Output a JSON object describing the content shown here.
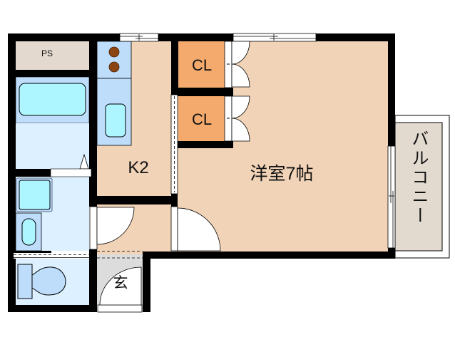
{
  "floorplan": {
    "labels": {
      "ps": "PS",
      "kitchen": "K2",
      "closet_1": "CL",
      "closet_2": "CL",
      "western_room": "洋室7帖",
      "balcony": "バルコニー",
      "entrance": "玄"
    },
    "colors": {
      "wall": "#000000",
      "room_floor": "#F1D3B7",
      "closet": "#F3AA6C",
      "ps": "#E3D9CF",
      "balcony": "#E2D9CF",
      "wet_area_dark": "#BEDDFB",
      "wet_area_light": "#DCF0FF",
      "fixture_water": "#ADF5FF",
      "entrance_floor": "#DCDCDC",
      "stove_burner": "#8B4513"
    }
  }
}
